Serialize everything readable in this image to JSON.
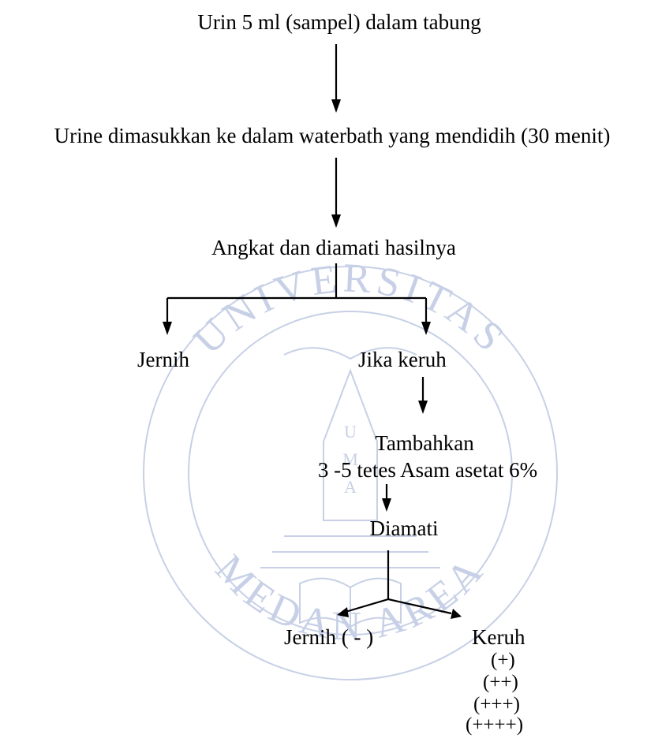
{
  "watermark": {
    "text_top": "UNIVERSITAS",
    "text_bottom": "MEDAN AREA",
    "center_letters": "UMA",
    "color": "#c7d0e6"
  },
  "flowchart": {
    "step1": "Urin 5 ml (sampel) dalam tabung",
    "step2": "Urine dimasukkan ke dalam waterbath yang mendidih  (30 menit)",
    "step3": "Angkat dan diamati hasilnya",
    "branch_clear": "Jernih",
    "branch_turbid": "Jika keruh",
    "step4_line1": "Tambahkan",
    "step4_line2": "3 -5 tetes Asam asetat 6%",
    "step5": "Diamati",
    "result_negative": "Jernih ( - )",
    "result_positive": "Keruh",
    "grades": [
      "(+)",
      "(++)",
      "(+++)",
      "(++++)"
    ]
  }
}
